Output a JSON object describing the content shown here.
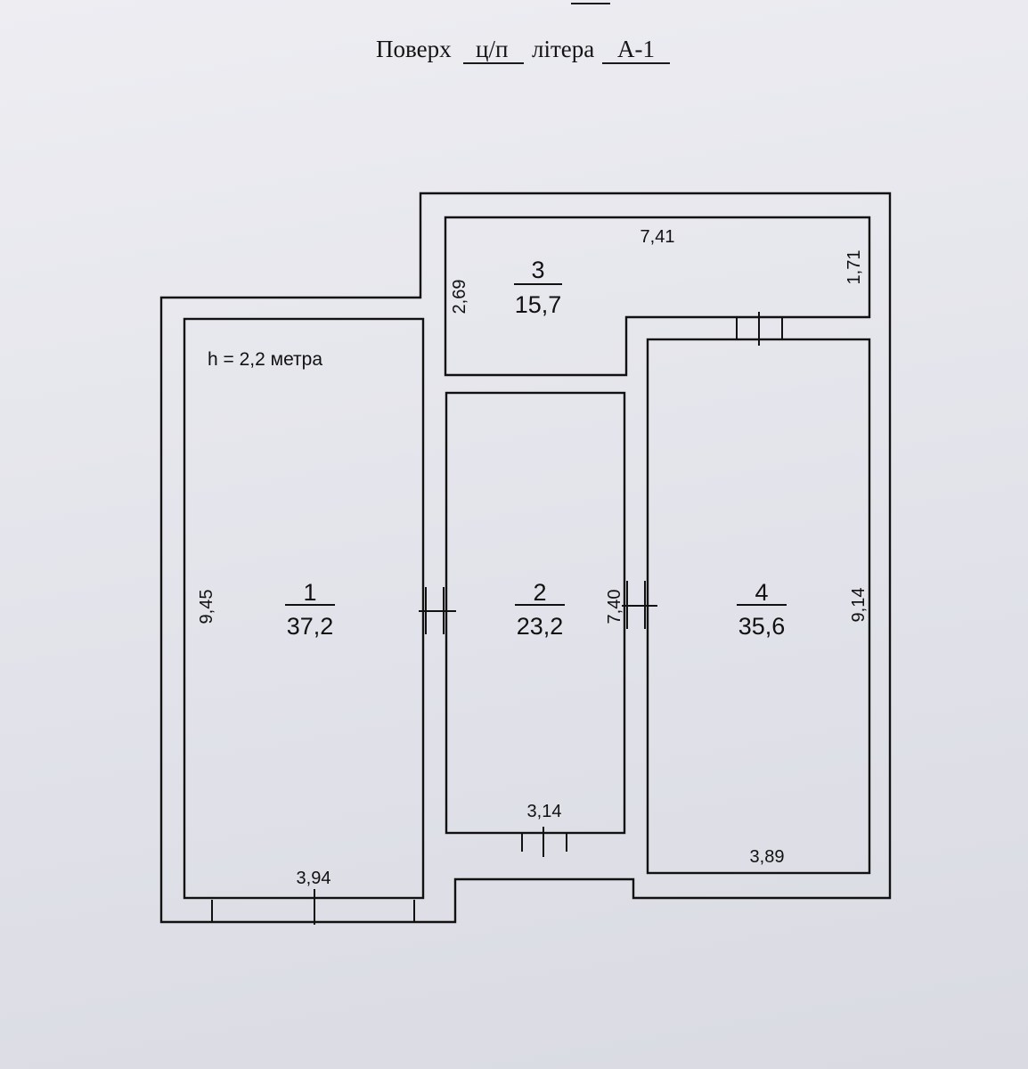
{
  "header": {
    "floor_label": "Поверх",
    "floor_value": "ц/п",
    "letter_label": "літера",
    "letter_value": "А-1"
  },
  "plan": {
    "height_note": "h = 2,2 метра",
    "rooms": [
      {
        "number": "1",
        "area": "37,2"
      },
      {
        "number": "2",
        "area": "23,2"
      },
      {
        "number": "3",
        "area": "15,7"
      },
      {
        "number": "4",
        "area": "35,6"
      }
    ],
    "dimensions": {
      "room1_height": "9,45",
      "room1_width": "3,94",
      "room2_height": "7,40",
      "room2_width": "3,14",
      "room3_width": "7,41",
      "room3_left_height": "2,69",
      "room3_right_height": "1,71",
      "room4_height": "9,14",
      "room4_width": "3,89"
    }
  }
}
